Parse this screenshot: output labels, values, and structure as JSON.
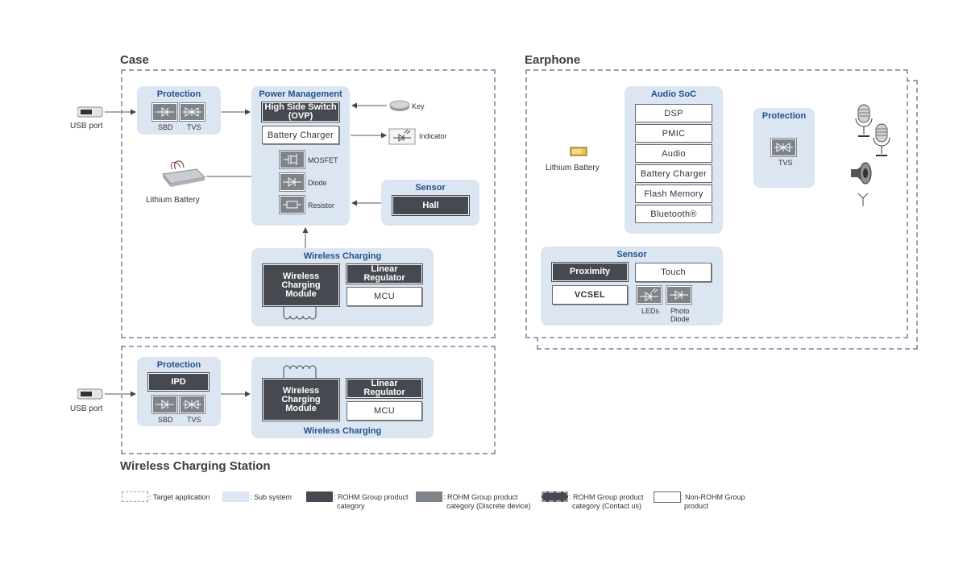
{
  "sections": {
    "case": "Case",
    "earphone": "Earphone",
    "station": "Wireless Charging Station"
  },
  "case": {
    "usb_port": "USB port",
    "protection": {
      "title": "Protection",
      "sbd": "SBD",
      "tvs": "TVS"
    },
    "power_mgmt": {
      "title": "Power Management",
      "high_side_switch": "High Side Switch",
      "ovp": "(OVP)",
      "battery_charger": "Battery Charger",
      "mosfet": "MOSFET",
      "diode": "Diode",
      "resistor": "Resistor"
    },
    "key": "Key",
    "indicator": "Indicator",
    "lithium_battery": "Lithium Battery",
    "sensor": {
      "title": "Sensor",
      "hall": "Hall"
    },
    "wireless_charging": {
      "title": "Wireless Charging",
      "module_l1": "Wireless",
      "module_l2": "Charging",
      "module_l3": "Module",
      "linear_l1": "Linear",
      "linear_l2": "Regulator",
      "mcu": "MCU"
    }
  },
  "station": {
    "usb_port": "USB port",
    "protection": {
      "title": "Protection",
      "ipd": "IPD",
      "sbd": "SBD",
      "tvs": "TVS"
    },
    "wireless_charging": {
      "title": "Wireless Charging",
      "module_l1": "Wireless",
      "module_l2": "Charging",
      "module_l3": "Module",
      "linear_l1": "Linear",
      "linear_l2": "Regulator",
      "mcu": "MCU"
    }
  },
  "earphone": {
    "lithium_battery": "Lithium Battery",
    "audio_soc": {
      "title": "Audio SoC",
      "items": [
        "DSP",
        "PMIC",
        "Audio",
        "Battery Charger",
        "Flash Memory",
        "Bluetooth®"
      ]
    },
    "protection": {
      "title": "Protection",
      "tvs": "TVS"
    },
    "sensor": {
      "title": "Sensor",
      "proximity": "Proximity",
      "touch": "Touch",
      "vcsel": "VCSEL",
      "leds": "LEDs",
      "photo_l1": "Photo",
      "photo_l2": "Diode"
    }
  },
  "legend": {
    "target": ": Target application",
    "subsystem": ": Sub system",
    "rohm_l1": ": ROHM Group product",
    "rohm_l2": "category",
    "discrete_l1": ": ROHM Group product",
    "discrete_l2": "category (Discrete device)",
    "contact_l1": ": ROHM Group product",
    "contact_l2": "category (Contact us)",
    "non_l1": ": Non-ROHM Group",
    "non_l2": "product"
  },
  "colors": {
    "subsystem": "#dce6f3",
    "rohm_product": "#464a50",
    "discrete": "#7f848b",
    "title_blue": "#24518a",
    "dashed": "#9aa0b6"
  }
}
